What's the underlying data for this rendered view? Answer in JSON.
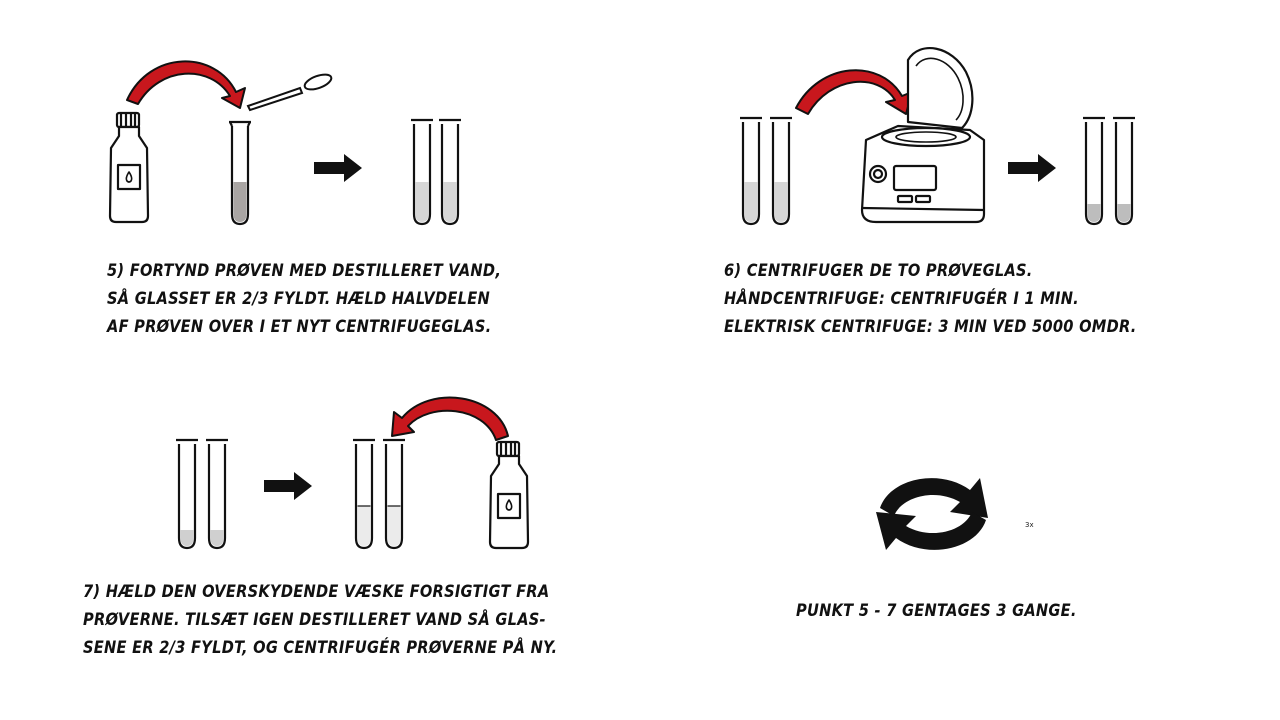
{
  "colors": {
    "ink": "#111111",
    "red_arrow": "#c8171d",
    "liquid": "#cfcfcf",
    "liquid_dark": "#a9a5a3",
    "glass_fill": "#ffffff"
  },
  "steps": [
    {
      "number": "5",
      "lines": [
        "5) Fortynd prøven med destilleret vand,",
        "så glasset er 2/3 fyldt. Hæld halvdelen",
        "af prøven over i et nyt centrifugeglas."
      ],
      "icons": [
        "bottle-icon",
        "red-arrow-icon",
        "pipette-icon",
        "test-tube-icon",
        "black-arrow-icon",
        "test-tube-icon",
        "test-tube-icon"
      ]
    },
    {
      "number": "6",
      "lines": [
        "6) Centrifuger de to prøveglas.",
        "Håndcentrifuge: Centrifugér i 1 min.",
        "Elektrisk centrifuge: 3 min ved 5000 omdr."
      ],
      "icons": [
        "test-tube-icon",
        "test-tube-icon",
        "red-arrow-icon",
        "centrifuge-icon",
        "black-arrow-icon",
        "test-tube-icon",
        "test-tube-icon"
      ]
    },
    {
      "number": "7",
      "lines": [
        "7) Hæld den overskydende væske forsigtigt fra",
        "prøverne. Tilsæt igen destilleret vand så glas-",
        "sene er 2/3 fyldt, og centrifugér prøverne på ny."
      ],
      "icons": [
        "test-tube-icon",
        "test-tube-icon",
        "black-arrow-icon",
        "test-tube-icon",
        "test-tube-icon",
        "red-arrow-icon",
        "bottle-icon"
      ]
    },
    {
      "number": "repeat",
      "lines": [
        "Punkt 5 - 7 gentages 3 gange."
      ],
      "repeat_label": "3x",
      "icons": [
        "repeat-cycle-icon"
      ]
    }
  ]
}
